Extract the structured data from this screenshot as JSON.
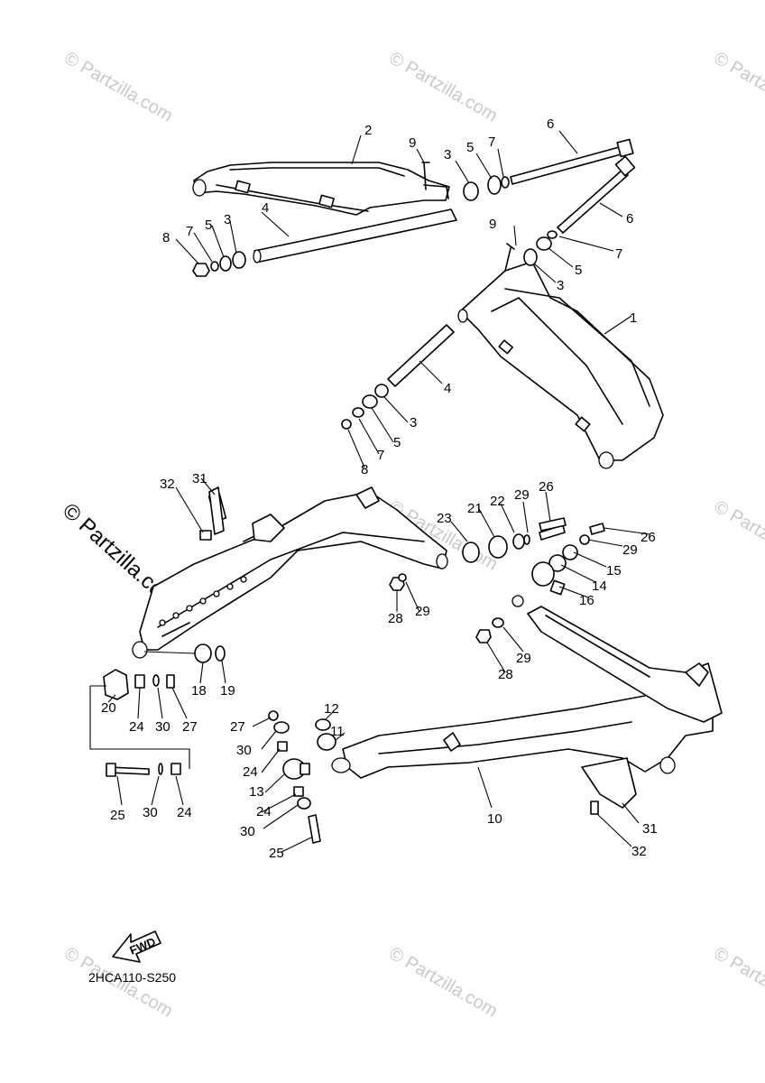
{
  "diagram": {
    "part_code": "2HCA110-S250",
    "fwd_label": "FWD",
    "watermark_text": "© Partzilla.com",
    "watermark_main": "© Partzilla.com",
    "labels": [
      {
        "id": "l2a",
        "text": "2"
      },
      {
        "id": "l9a",
        "text": "9"
      },
      {
        "id": "l3a",
        "text": "3"
      },
      {
        "id": "l5a",
        "text": "5"
      },
      {
        "id": "l7a",
        "text": "7"
      },
      {
        "id": "l6a",
        "text": "6"
      },
      {
        "id": "l6b",
        "text": "6"
      },
      {
        "id": "l4a",
        "text": "4"
      },
      {
        "id": "l8a",
        "text": "8"
      },
      {
        "id": "l7b",
        "text": "7"
      },
      {
        "id": "l5b",
        "text": "5"
      },
      {
        "id": "l3b",
        "text": "3"
      },
      {
        "id": "l9b",
        "text": "9"
      },
      {
        "id": "l7c",
        "text": "7"
      },
      {
        "id": "l5c",
        "text": "5"
      },
      {
        "id": "l3c",
        "text": "3"
      },
      {
        "id": "l1a",
        "text": "1"
      },
      {
        "id": "l4b",
        "text": "4"
      },
      {
        "id": "l3d",
        "text": "3"
      },
      {
        "id": "l5d",
        "text": "5"
      },
      {
        "id": "l7d",
        "text": "7"
      },
      {
        "id": "l8b",
        "text": "8"
      },
      {
        "id": "l32a",
        "text": "32"
      },
      {
        "id": "l31a",
        "text": "31"
      },
      {
        "id": "l23a",
        "text": "23"
      },
      {
        "id": "l21a",
        "text": "21"
      },
      {
        "id": "l22a",
        "text": "22"
      },
      {
        "id": "l29a",
        "text": "29"
      },
      {
        "id": "l26a",
        "text": "26"
      },
      {
        "id": "l26b",
        "text": "26"
      },
      {
        "id": "l29b",
        "text": "29"
      },
      {
        "id": "l15a",
        "text": "15"
      },
      {
        "id": "l14a",
        "text": "14"
      },
      {
        "id": "l16a",
        "text": "16"
      },
      {
        "id": "l28a",
        "text": "28"
      },
      {
        "id": "l29c",
        "text": "29"
      },
      {
        "id": "l29d",
        "text": "29"
      },
      {
        "id": "l28b",
        "text": "28"
      },
      {
        "id": "l18a",
        "text": "18"
      },
      {
        "id": "l19a",
        "text": "19"
      },
      {
        "id": "l20a",
        "text": "20"
      },
      {
        "id": "l24a",
        "text": "24"
      },
      {
        "id": "l30a",
        "text": "30"
      },
      {
        "id": "l27a",
        "text": "27"
      },
      {
        "id": "l27b",
        "text": "27"
      },
      {
        "id": "l12a",
        "text": "12"
      },
      {
        "id": "l30b",
        "text": "30"
      },
      {
        "id": "l11a",
        "text": "11"
      },
      {
        "id": "l24b",
        "text": "24"
      },
      {
        "id": "l13a",
        "text": "13"
      },
      {
        "id": "l24c",
        "text": "24"
      },
      {
        "id": "l30c",
        "text": "30"
      },
      {
        "id": "l25a",
        "text": "25"
      },
      {
        "id": "l25b",
        "text": "25"
      },
      {
        "id": "l30d",
        "text": "30"
      },
      {
        "id": "l24d",
        "text": "24"
      },
      {
        "id": "l10a",
        "text": "10"
      },
      {
        "id": "l31b",
        "text": "31"
      },
      {
        "id": "l32b",
        "text": "32"
      }
    ]
  }
}
